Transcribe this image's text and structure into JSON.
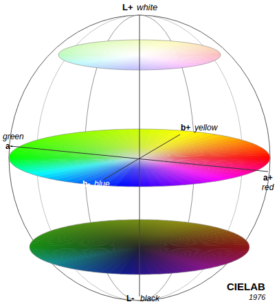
{
  "diagram": {
    "labels": [
      "L+",
      "white",
      "green",
      "a-",
      "b+",
      "yellow",
      "b-",
      "blue",
      "a+",
      "red",
      "CIELAB",
      "1976",
      "L-",
      "black"
    ]
  }
}
